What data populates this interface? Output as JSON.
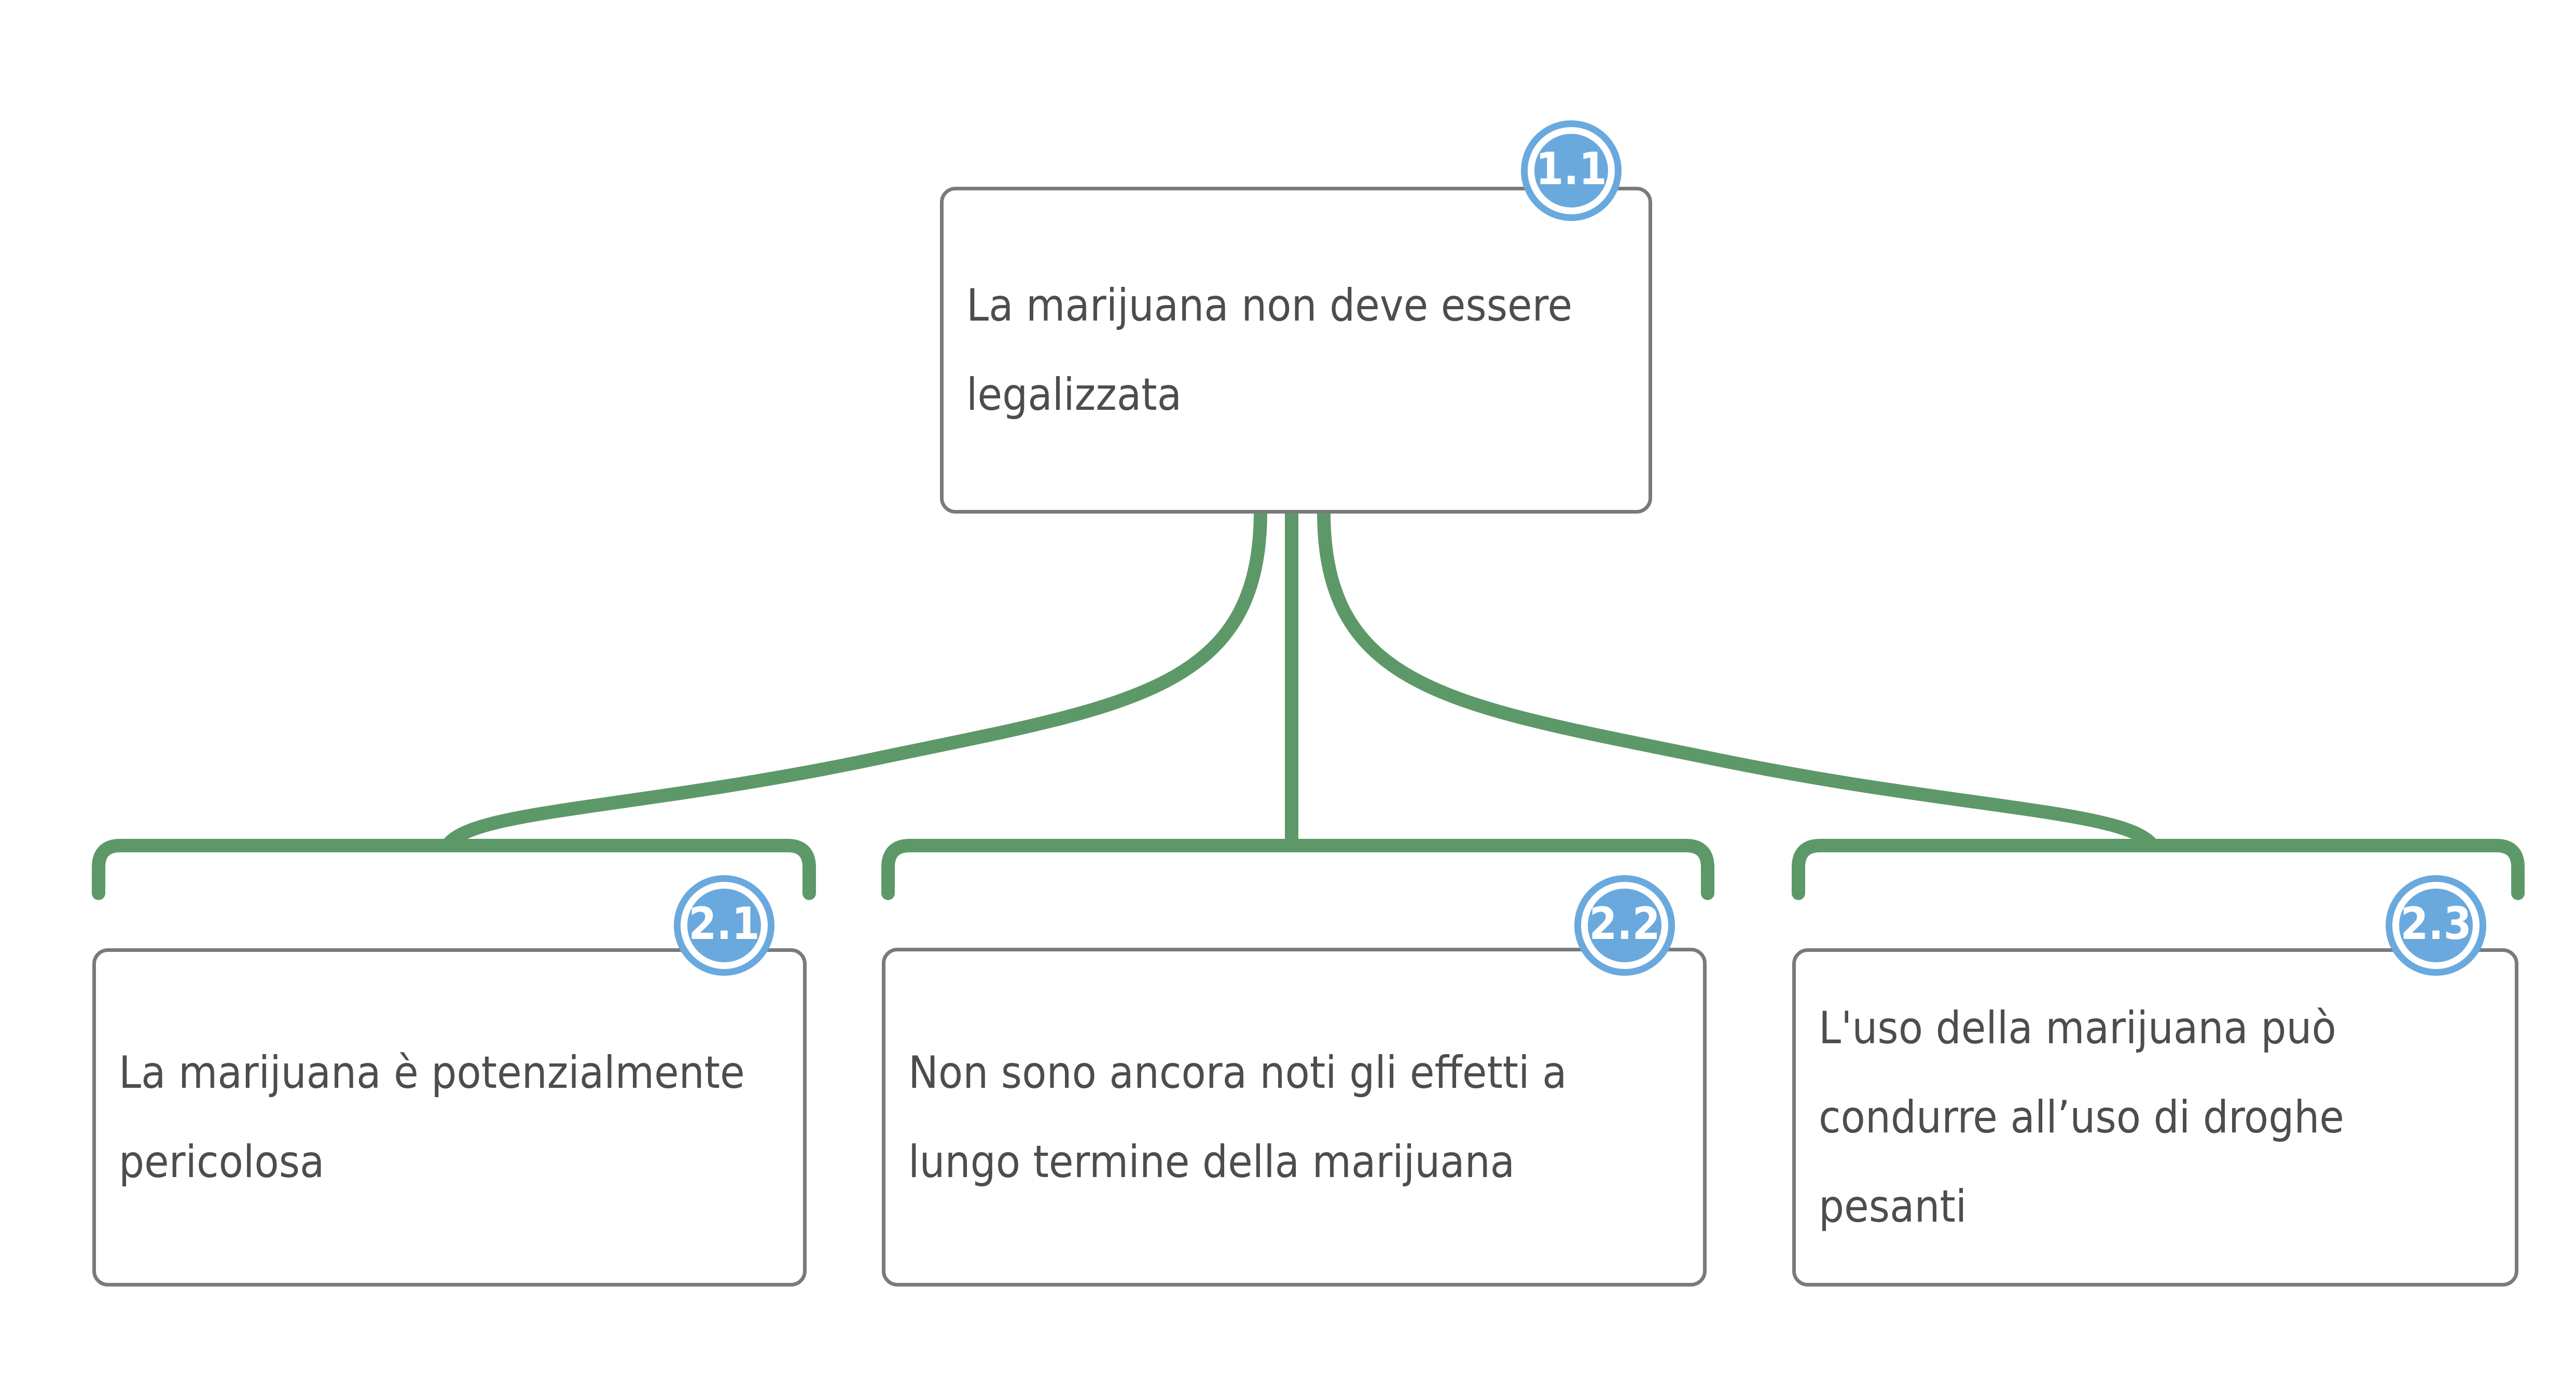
{
  "diagram": {
    "type": "argument-map",
    "language": "it",
    "colors": {
      "connector_green": "#5d9968",
      "badge_blue": "#6aa9dd",
      "box_border_gray": "#7a7a7a",
      "text_gray": "#4d4d4d",
      "background": "#ffffff",
      "badge_text": "#ffffff"
    },
    "root": {
      "badge": "1.1",
      "text": "La marijuana non deve essere legalizzata",
      "lines": [
        "La marijuana non",
        "deve essere",
        "legalizzata"
      ]
    },
    "children": [
      {
        "badge": "2.1",
        "text": "La marijuana è potenzialmente pericolosa",
        "lines": [
          "La marijuana è",
          "potenzialmente",
          "pericolosa"
        ]
      },
      {
        "badge": "2.2",
        "text": "Non sono ancora noti gli effetti a lungo termine della marijuana",
        "lines": [
          "Non sono ancora noti gli",
          "effetti a lungo termine",
          "della marijuana"
        ]
      },
      {
        "badge": "2.3",
        "text": "L'uso della marijuana può condurre all’uso di droghe pesanti",
        "lines": [
          "L'uso della marijuana",
          "può condurre all’uso",
          "di droghe pesanti"
        ]
      }
    ]
  }
}
